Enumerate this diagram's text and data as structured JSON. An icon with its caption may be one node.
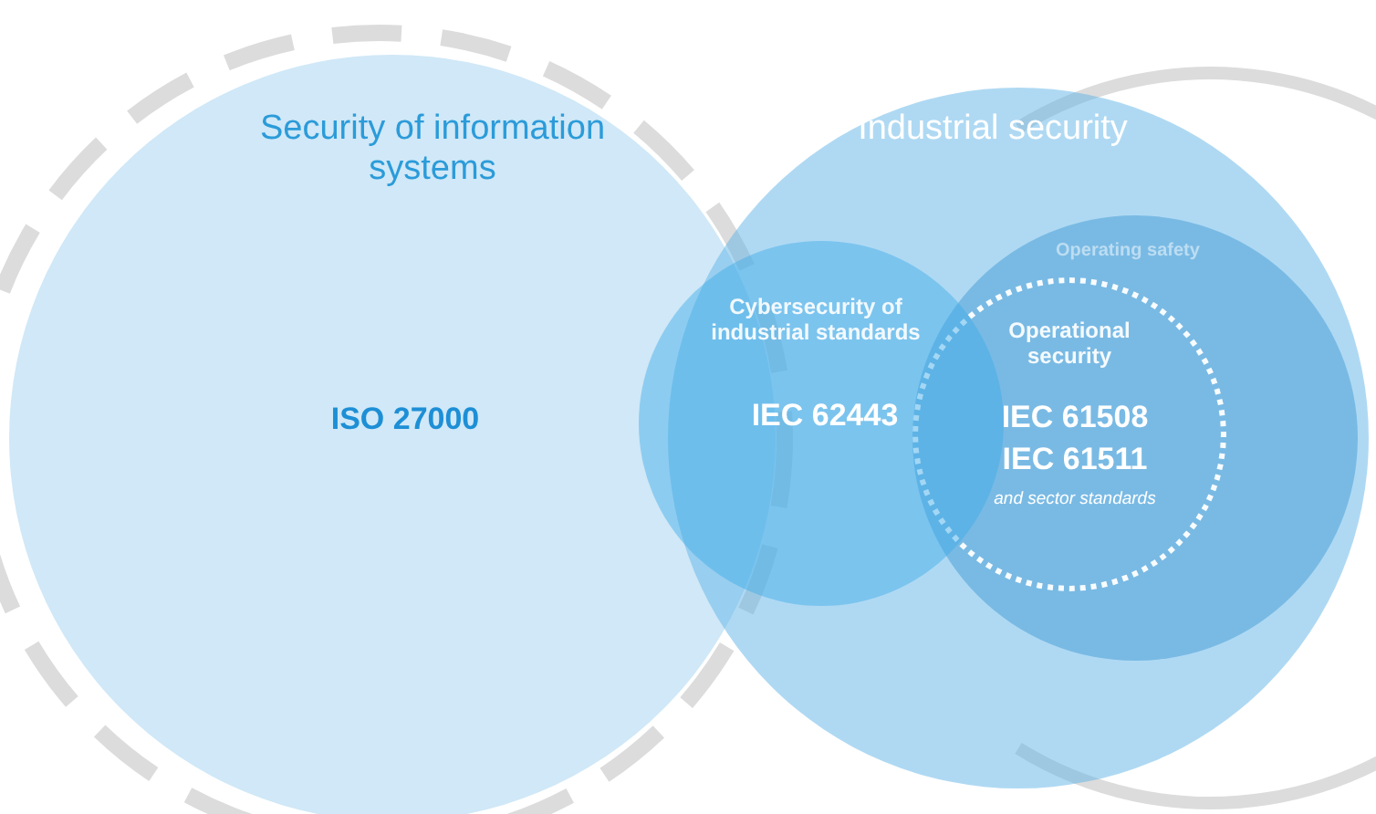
{
  "diagram": {
    "nodes": [
      {
        "text": [
          "Security of information systems",
          "ISO 27000"
        ]
      },
      {
        "text": [
          "Industrial security"
        ]
      },
      {
        "text": [
          "Cybersecurity of industrial standards",
          "IEC 62443"
        ]
      },
      {
        "text": [
          "Operating safety"
        ],
        "in": 1
      },
      {
        "text": [
          "Operational security",
          "IEC 61508",
          "IEC 61511",
          "and sector standards"
        ],
        "in": 3
      }
    ]
  }
}
